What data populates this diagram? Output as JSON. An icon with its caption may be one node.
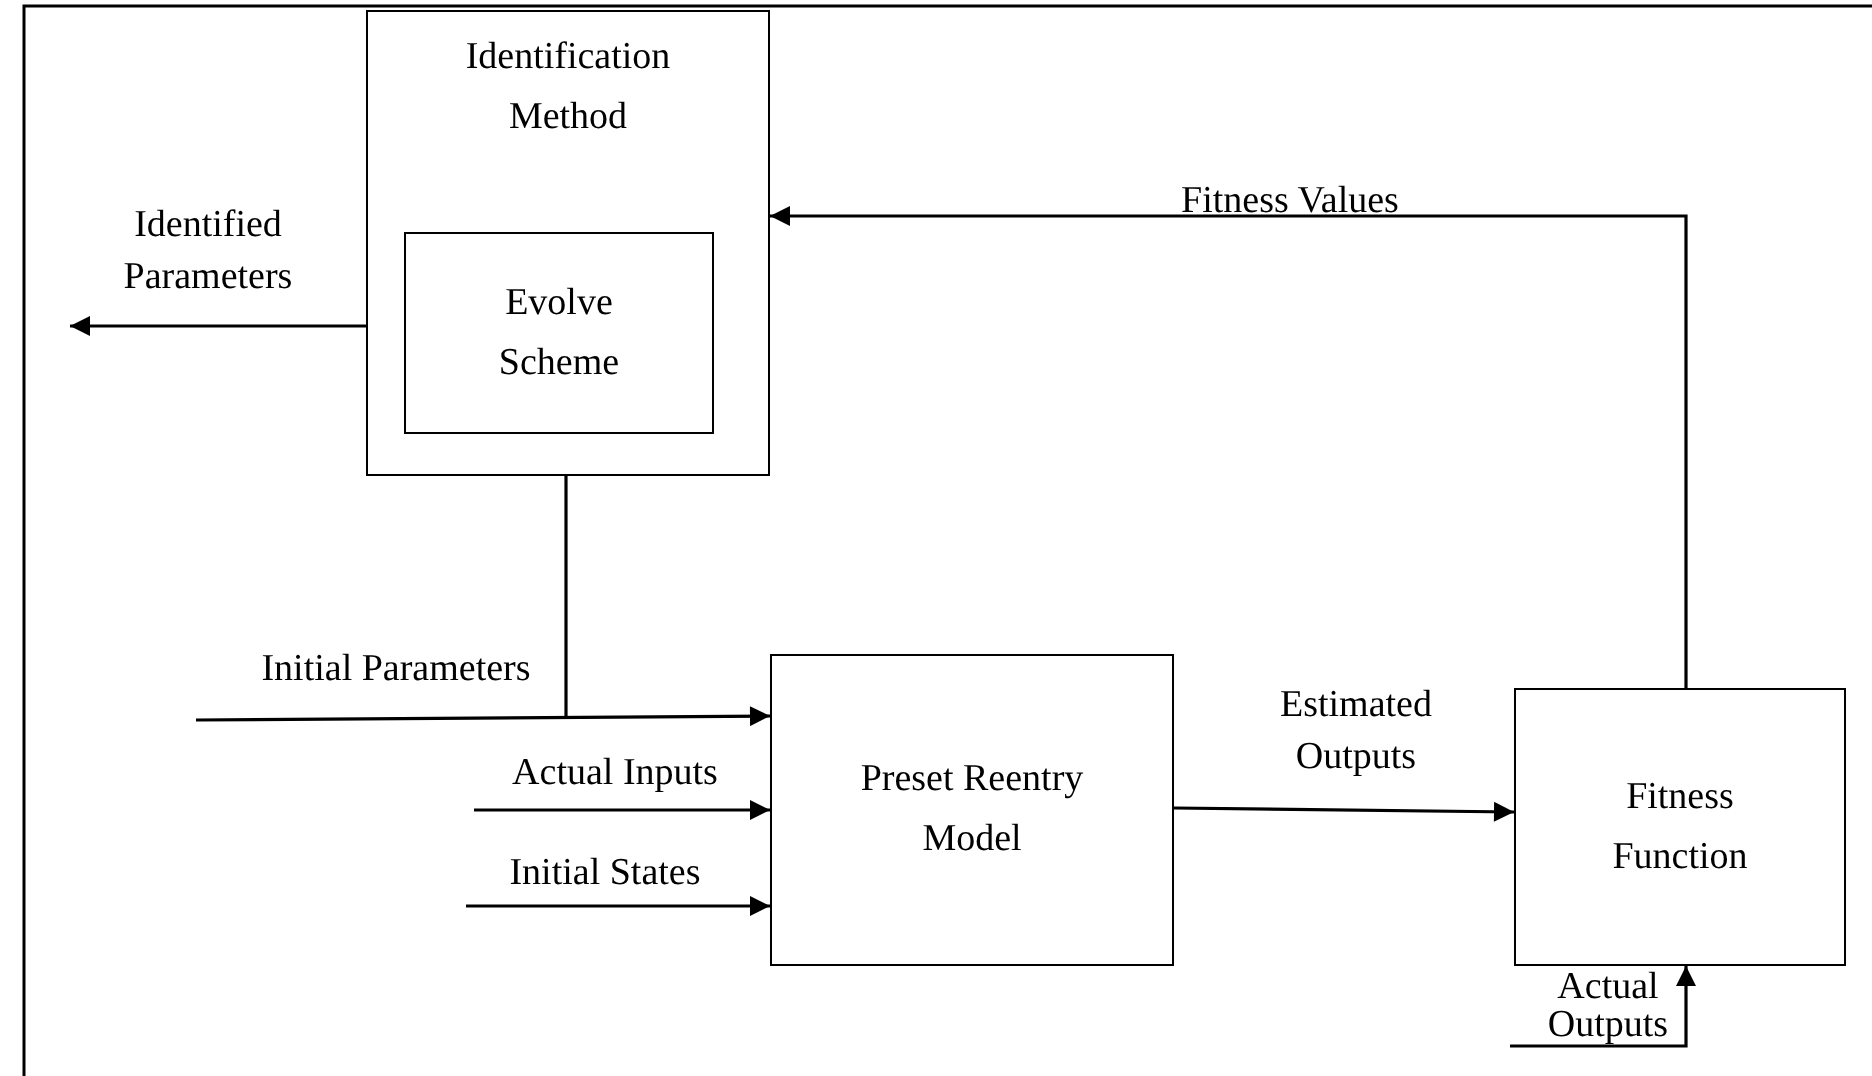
{
  "diagram": {
    "nodes": [
      {
        "text": [
          "Identification Method"
        ]
      },
      {
        "text": [
          "Evolve Scheme"
        ],
        "in": 0
      },
      {
        "text": [
          "Preset Reentry Model"
        ]
      },
      {
        "text": [
          "Fitness Function"
        ]
      }
    ],
    "edges": [
      {
        "from": 0,
        "to": null,
        "arrow": "to",
        "label": "Identified Parameters"
      },
      {
        "from": 3,
        "to": 0,
        "arrow": "to",
        "label": "Fitness Values"
      },
      {
        "from": null,
        "to": 2,
        "arrow": "to",
        "label": "Initial Parameters"
      },
      {
        "from": null,
        "to": 1,
        "arrow": "to"
      },
      {
        "from": null,
        "to": 2,
        "arrow": "to",
        "label": "Actual Inputs"
      },
      {
        "from": null,
        "to": 2,
        "arrow": "to",
        "label": "Initial States"
      },
      {
        "from": 2,
        "to": 3,
        "arrow": "to",
        "label": "Estimated Outputs"
      },
      {
        "from": null,
        "to": 3,
        "arrow": "to",
        "label": "Actual Outputs"
      }
    ]
  }
}
